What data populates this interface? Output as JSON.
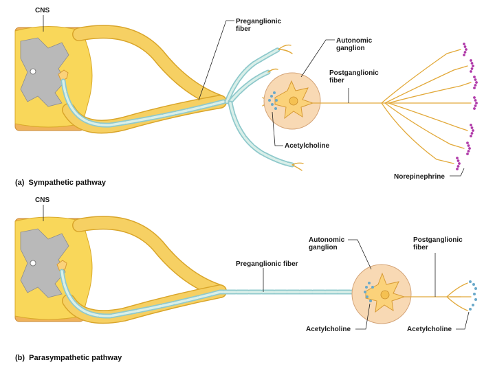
{
  "panels": [
    {
      "id": "a",
      "caption_letter": "(a)",
      "caption": "Sympathetic pathway",
      "labels": {
        "cns": "CNS",
        "preganglionic": [
          "Preganglionic",
          "fiber"
        ],
        "ganglion": [
          "Autonomic",
          "ganglion"
        ],
        "postganglionic": [
          "Postganglionic",
          "fiber"
        ],
        "acetylcholine": "Acetylcholine",
        "norepinephrine": "Norepinephrine"
      }
    },
    {
      "id": "b",
      "caption_letter": "(b)",
      "caption": "Parasympathetic pathway",
      "labels": {
        "cns": "CNS",
        "preganglionic": "Preganglionic fiber",
        "ganglion": [
          "Autonomic",
          "ganglion"
        ],
        "postganglionic": [
          "Postganglionic",
          "fiber"
        ],
        "acetylcholine_left": "Acetylcholine",
        "acetylcholine_right": "Acetylcholine"
      }
    }
  ],
  "colors": {
    "spinal_cord": "#f9d75a",
    "gray_matter": "#b9b9b9",
    "myelin_sheath": "#8fc9cc",
    "ganglion": "#f8d9b4",
    "acetylcholine_vesicles": "#6aa9c9",
    "norepinephrine_vesicles": "#b03aa9"
  }
}
